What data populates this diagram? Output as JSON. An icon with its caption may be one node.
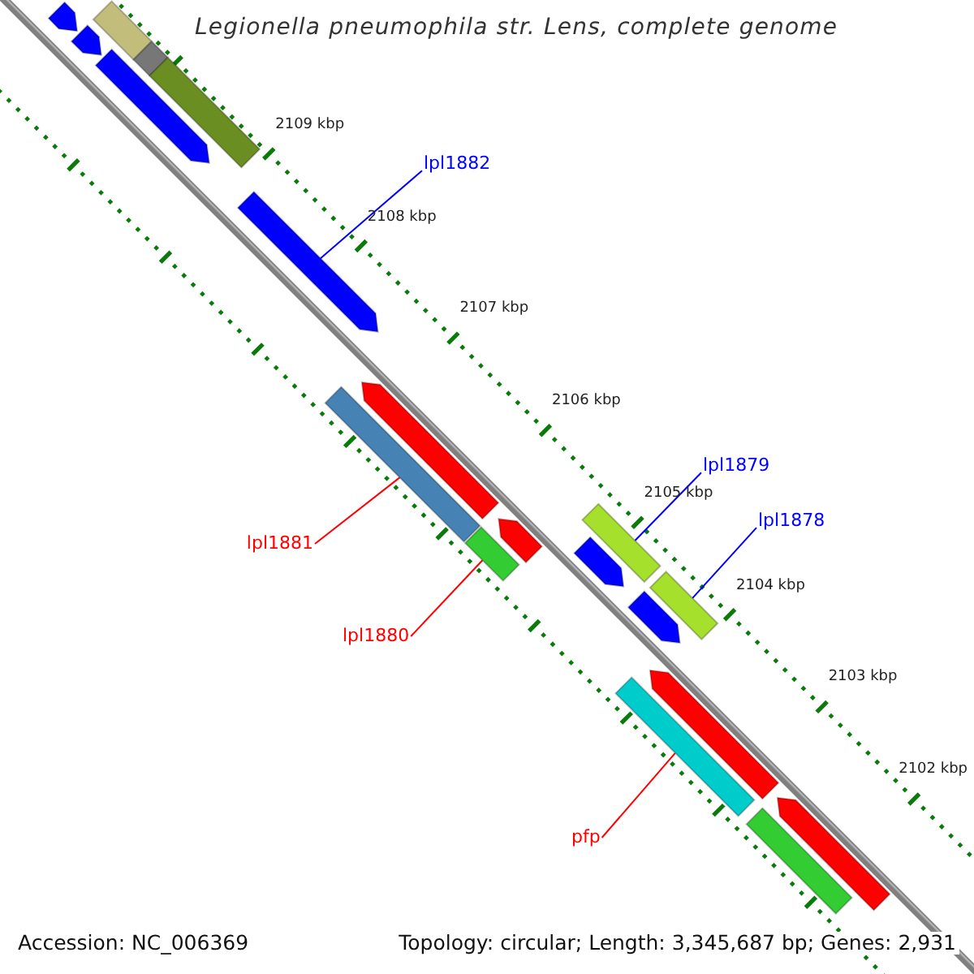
{
  "diagram": {
    "title": "Legionella pneumophila str. Lens, complete genome",
    "nodes": [
      {
        "text": [
          "lpl1882"
        ]
      },
      {
        "text": [],
        "shape": "bar"
      },
      {
        "text": [
          "lpl1879"
        ]
      },
      {
        "text": [],
        "shape": "bar"
      },
      {
        "text": [
          "lpl1878"
        ]
      },
      {
        "text": [],
        "shape": "bar"
      },
      {
        "text": [
          "lpl1881"
        ]
      },
      {
        "text": [],
        "shape": "bar"
      },
      {
        "text": [
          "lpl1880"
        ]
      },
      {
        "text": [],
        "shape": "bar"
      },
      {
        "text": [
          "pfp"
        ]
      },
      {
        "text": [],
        "shape": "bar"
      },
      {
        "text": [],
        "shape": "bar"
      },
      {
        "text": [],
        "shape": "bar"
      },
      {
        "text": [],
        "shape": "bar"
      },
      {
        "text": [],
        "shape": "bar"
      },
      {
        "text": [],
        "shape": "bar"
      },
      {
        "text": [],
        "shape": "bar"
      },
      {
        "text": [],
        "shape": "bar"
      },
      {
        "text": [],
        "shape": "bar"
      },
      {
        "text": [],
        "shape": "bar"
      },
      {
        "text": [],
        "shape": "bar"
      },
      {
        "text": [],
        "shape": "bar"
      },
      {
        "text": [],
        "shape": "bar"
      },
      {
        "text": [],
        "shape": "bar"
      }
    ],
    "edges": [
      {
        "from": 0,
        "to": 1,
        "arrow": "none",
        "color": "#0000ff"
      },
      {
        "from": 2,
        "to": 3,
        "arrow": "none",
        "color": "#0000ff"
      },
      {
        "from": 4,
        "to": 5,
        "arrow": "none",
        "color": "#0000ff"
      },
      {
        "from": 6,
        "to": 7,
        "arrow": "none",
        "color": "#ff0000"
      },
      {
        "from": 8,
        "to": 9,
        "arrow": "none",
        "color": "#ff0000"
      },
      {
        "from": 10,
        "to": 11,
        "arrow": "none",
        "color": "#ff0000"
      }
    ],
    "labels": [
      "2109 kbp",
      "2108 kbp",
      "2107 kbp",
      "2106 kbp",
      "2105 kbp",
      "2104 kbp",
      "2103 kbp",
      "2102 kbp",
      "Accession: NC_006369",
      "Topology: circular; Length: 3,345,687 bp; Genes: 2,931"
    ]
  }
}
